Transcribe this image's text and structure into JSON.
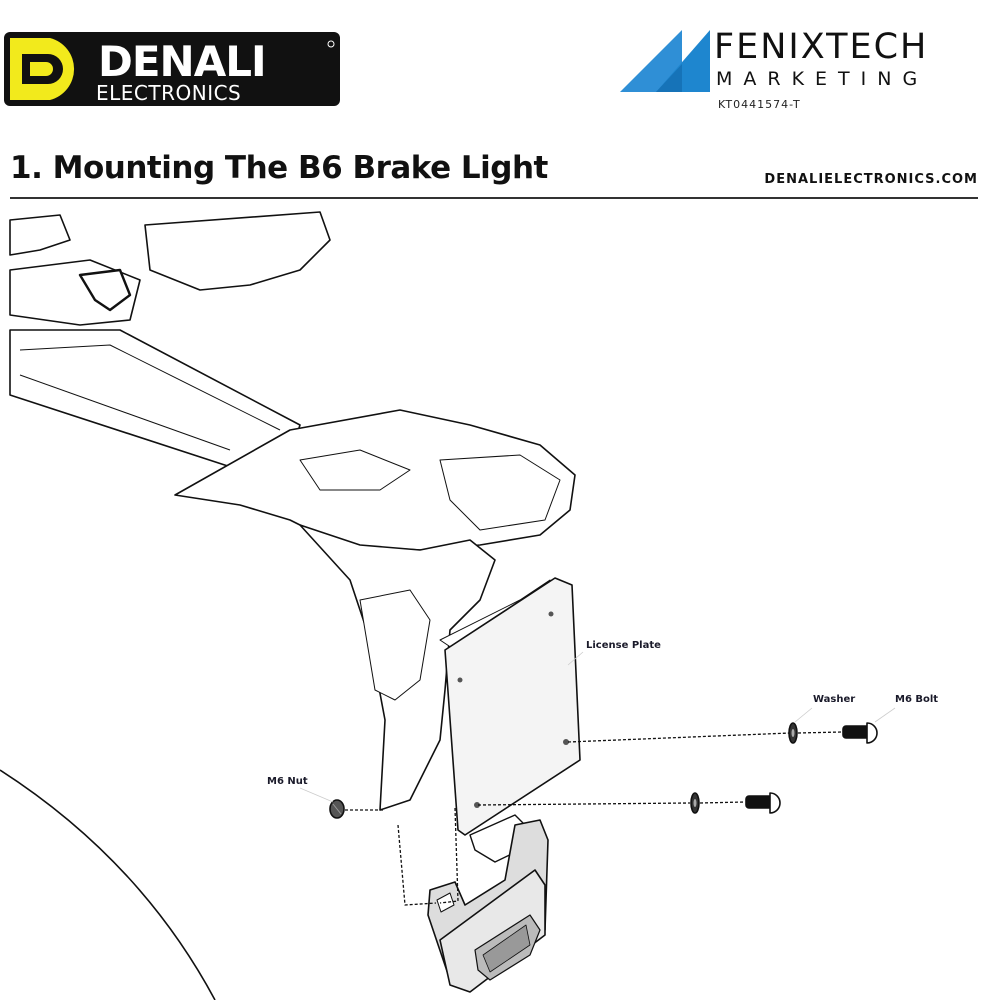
{
  "header": {
    "left_logo": {
      "line1": "DENALI",
      "line2": "ELECTRONICS",
      "colors": {
        "yellow": "#f2ea1c",
        "black": "#111111"
      }
    },
    "right_logo": {
      "line1": "FENIXTECH",
      "line2": "MARKETING",
      "code": "KT0441574-T",
      "colors": {
        "blue": "#1e86cf",
        "dark_blue": "#1473b8"
      }
    }
  },
  "section": {
    "title": "1. Mounting The B6 Brake Light",
    "website": "DENALIELECTRONICS.COM"
  },
  "diagram": {
    "callouts": {
      "license_plate": "License Plate",
      "washer": "Washer",
      "bolt": "M6 Bolt",
      "nut": "M6 Nut"
    }
  }
}
